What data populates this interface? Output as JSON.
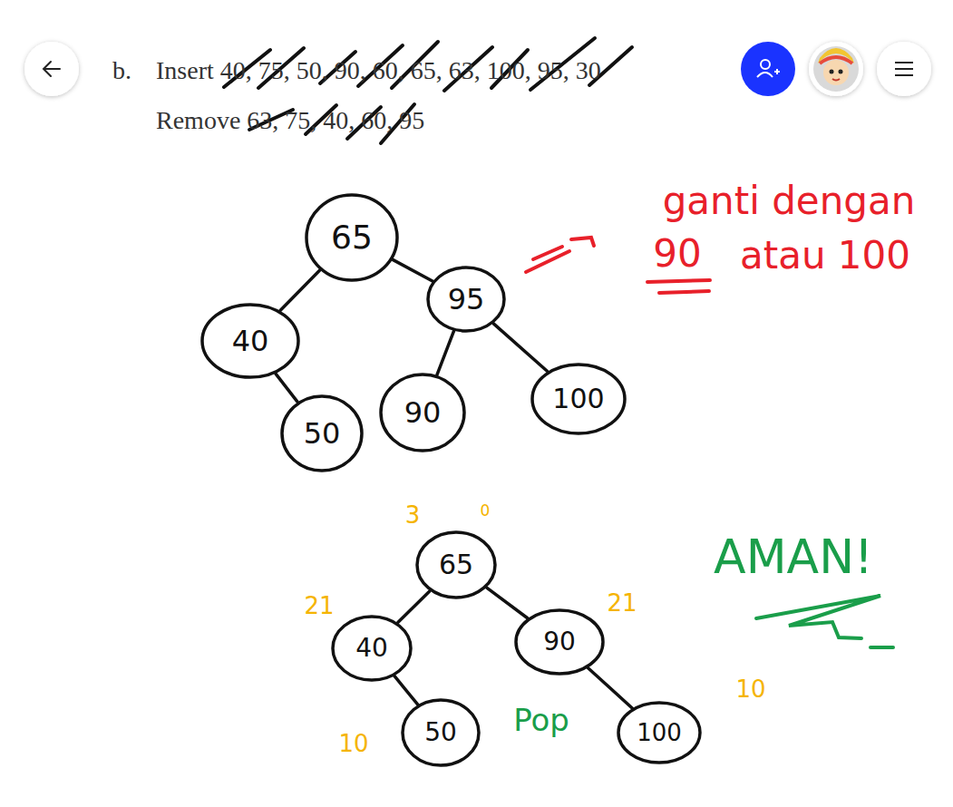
{
  "diagram": {
    "nodes": [
      {
        "text": [
          "65"
        ]
      },
      {
        "text": [
          "40"
        ]
      },
      {
        "text": [
          "95"
        ]
      },
      {
        "text": [
          "50"
        ]
      },
      {
        "text": [
          "90"
        ]
      },
      {
        "text": [
          "100"
        ]
      },
      {
        "text": [
          "65"
        ]
      },
      {
        "text": [
          "40"
        ]
      },
      {
        "text": [
          "90"
        ]
      },
      {
        "text": [
          "50"
        ]
      },
      {
        "text": [
          "100"
        ]
      }
    ],
    "edges": [
      {
        "from": 0,
        "to": 1,
        "arrow": "none"
      },
      {
        "from": 0,
        "to": 2,
        "arrow": "none"
      },
      {
        "from": 1,
        "to": 3,
        "arrow": "none"
      },
      {
        "from": 2,
        "to": 4,
        "arrow": "none"
      },
      {
        "from": 2,
        "to": 5,
        "arrow": "none"
      },
      {
        "from": 6,
        "to": 7,
        "arrow": "none"
      },
      {
        "from": 6,
        "to": 8,
        "arrow": "none"
      },
      {
        "from": 7,
        "to": 9,
        "arrow": "none"
      },
      {
        "from": 8,
        "to": 10,
        "arrow": "none"
      }
    ],
    "labels": [
      "b.",
      "Insert 40, 75, 50, 90, 60, 65, 63, 100, 95, 30",
      "Remove 63, 75, 40, 60, 95",
      "ganti dengan",
      "90",
      "atau 100",
      "3",
      "0",
      "21",
      "21",
      "10",
      "10",
      "Pop",
      "AMAN!"
    ]
  }
}
